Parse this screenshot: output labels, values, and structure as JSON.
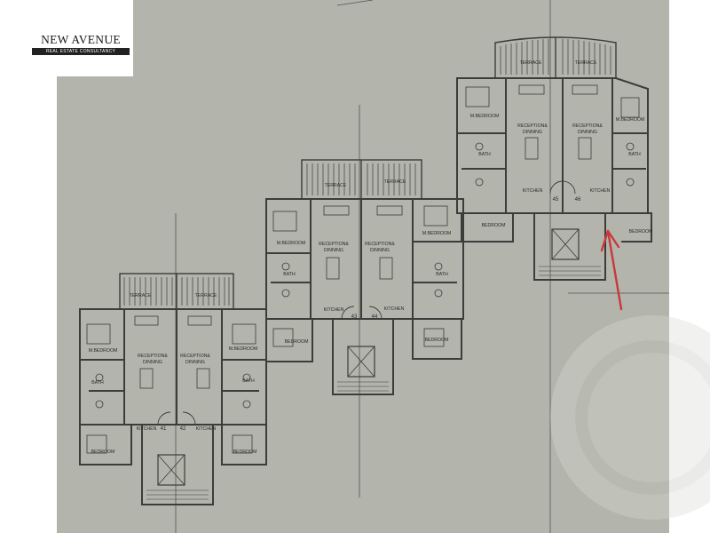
{
  "logo": {
    "title": "NEW AVENUE",
    "subtitle": "REAL ESTATE CONSULTANCY"
  },
  "colors": {
    "paper": "#b3b4ac",
    "ink": "#3c3d3a",
    "arrow": "#c83a3a"
  },
  "buildings": [
    {
      "units": [
        {
          "number": "41",
          "rooms": [
            "TERRACE",
            "M.BEDROOM",
            "RECEPTION& DINNING",
            "BATH",
            "KITCHEN",
            "BEDROOM"
          ]
        },
        {
          "number": "42",
          "rooms": [
            "TERRACE",
            "M.BEDROOM",
            "RECEPTION& DINNING",
            "BATH",
            "KITCHEN",
            "BEDROOM"
          ]
        }
      ]
    },
    {
      "units": [
        {
          "number": "43",
          "rooms": [
            "TERRACE",
            "M.BEDROOM",
            "RECEPTION& DINNING",
            "BATH",
            "KITCHEN",
            "BEDROOM"
          ]
        },
        {
          "number": "44",
          "rooms": [
            "TERRACE",
            "M.BEDROOM",
            "RECEPTION& DINNING",
            "BATH",
            "KITCHEN",
            "BEDROOM"
          ]
        }
      ]
    },
    {
      "units": [
        {
          "number": "45",
          "rooms": [
            "TERRACE",
            "M.BEDROOM",
            "RECEPTION& DINNING",
            "BATH",
            "KITCHEN",
            "BEDROOM"
          ]
        },
        {
          "number": "46",
          "rooms": [
            "TERRACE",
            "M.BEDROOM",
            "RECEPTION& DINNING",
            "BATH",
            "KITCHEN",
            "BEDROOM"
          ]
        }
      ]
    }
  ],
  "highlight": {
    "unit": "46",
    "marker": "red-arrow-icon"
  }
}
